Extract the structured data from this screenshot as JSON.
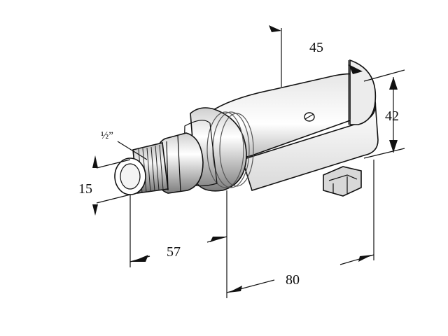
{
  "figure": {
    "thread_label": "½”",
    "dimensions": {
      "width_top": "45",
      "height_right": "42",
      "thread_diameter": "15",
      "length_to_flange": "57",
      "total_length": "80"
    },
    "colors": {
      "outline": "#111111",
      "body_light": "#f2f2f2",
      "body_mid": "#c8c8c8",
      "body_dark": "#8a8a8a",
      "shadow": "#555555"
    }
  }
}
